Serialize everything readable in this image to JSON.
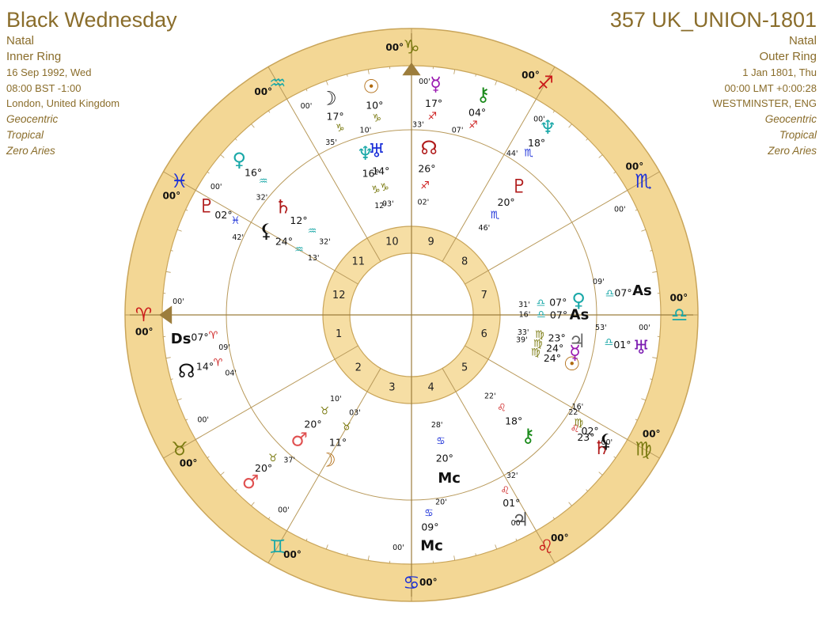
{
  "left_header": {
    "title": "Black Wednesday",
    "lines": [
      "Natal",
      "Inner Ring",
      "16 Sep 1992, Wed",
      "08:00 BST -1:00",
      "London, United Kingdom",
      "Geocentric",
      "Tropical",
      "Zero Aries"
    ]
  },
  "right_header": {
    "title": "357 UK_UNION-1801",
    "lines": [
      "Natal",
      "Outer Ring",
      "1 Jan 1801, Thu",
      "00:00 LMT +0:00:28",
      "WESTMINSTER, ENG",
      "Geocentric",
      "Tropical",
      "Zero Aries"
    ]
  },
  "signs": [
    {
      "glyph": "♈",
      "name": "aries",
      "color": "#cc1a1a",
      "start": 180
    },
    {
      "glyph": "♉",
      "name": "taurus",
      "color": "#7a7a10",
      "start": 210
    },
    {
      "glyph": "♊",
      "name": "gemini",
      "color": "#1aa8a8",
      "start": 240
    },
    {
      "glyph": "♋",
      "name": "cancer",
      "color": "#1a2fd8",
      "start": 270
    },
    {
      "glyph": "♌",
      "name": "leo",
      "color": "#cc1a1a",
      "start": 300
    },
    {
      "glyph": "♍",
      "name": "virgo",
      "color": "#7a7a10",
      "start": 330
    },
    {
      "glyph": "♎",
      "name": "libra",
      "color": "#1aa8a8",
      "start": 0
    },
    {
      "glyph": "♏",
      "name": "scorpio",
      "color": "#1a2fd8",
      "start": 30
    },
    {
      "glyph": "♐",
      "name": "sagittarius",
      "color": "#cc1a1a",
      "start": 60
    },
    {
      "glyph": "♑",
      "name": "capricorn",
      "color": "#7a7a10",
      "start": 90
    },
    {
      "glyph": "♒",
      "name": "aquarius",
      "color": "#1aa8a8",
      "start": 120
    },
    {
      "glyph": "♓",
      "name": "pisces",
      "color": "#1a2fd8",
      "start": 150
    }
  ],
  "sign_degree_label": "00°",
  "sign_minute_label": "00'",
  "houses": [
    {
      "n": "1",
      "a": 195
    },
    {
      "n": "2",
      "a": 225
    },
    {
      "n": "3",
      "a": 255
    },
    {
      "n": "4",
      "a": 285
    },
    {
      "n": "5",
      "a": 315
    },
    {
      "n": "6",
      "a": 345
    },
    {
      "n": "7",
      "a": 15
    },
    {
      "n": "8",
      "a": 45
    },
    {
      "n": "9",
      "a": 75
    },
    {
      "n": "10",
      "a": 105
    },
    {
      "n": "11",
      "a": 135
    },
    {
      "n": "12",
      "a": 165
    }
  ],
  "inner_planets": [
    {
      "glyph": "☉",
      "name": "sun",
      "deg": "24°",
      "min": "",
      "a": 343,
      "color": "#b06a10",
      "sign": "♍",
      "sc": "#7a7a10"
    },
    {
      "glyph": "☽",
      "name": "moon",
      "deg": "11°",
      "min": "03'",
      "a": 240,
      "color": "#b06a10",
      "sign": "♉",
      "sc": "#7a7a10"
    },
    {
      "glyph": "☿",
      "name": "mercury",
      "deg": "24°",
      "min": "39'",
      "a": 347,
      "color": "#9a1ab0",
      "sign": "♍",
      "sc": "#7a7a10"
    },
    {
      "glyph": "♀",
      "name": "venus",
      "deg": "07°",
      "min": "31'",
      "a": 5,
      "color": "#1aa8a8",
      "sign": "♎",
      "sc": "#1aa8a8"
    },
    {
      "glyph": "♂",
      "name": "mars",
      "deg": "20°",
      "min": "10'",
      "a": 228,
      "color": "#e05050",
      "sign": "♉",
      "sc": "#7a7a10"
    },
    {
      "glyph": "♃",
      "name": "jupiter",
      "deg": "23°",
      "min": "33'",
      "a": 351,
      "color": "#666666",
      "sign": "♍",
      "sc": "#7a7a10"
    },
    {
      "glyph": "♄",
      "name": "saturn",
      "deg": "12°",
      "min": "32'",
      "a": 140,
      "color": "#b01a1a",
      "sign": "♒",
      "sc": "#1aa8a8"
    },
    {
      "glyph": "♅",
      "name": "uranus",
      "deg": "14°",
      "min": "03'",
      "a": 102,
      "color": "#1a2fd8",
      "sign": "♑",
      "sc": "#7a7a10"
    },
    {
      "glyph": "♆",
      "name": "neptune",
      "deg": "16°",
      "min": "12'",
      "a": 106,
      "color": "#1aa8a8",
      "sign": "♑",
      "sc": "#7a7a10"
    },
    {
      "glyph": "♇",
      "name": "pluto",
      "deg": "20°",
      "min": "46'",
      "a": 50,
      "color": "#b01a1a",
      "sign": "♏",
      "sc": "#1a2fd8"
    },
    {
      "glyph": "☊",
      "name": "node",
      "deg": "26°",
      "min": "02'",
      "a": 84,
      "color": "#b01a1a",
      "sign": "♐",
      "sc": "#cc1a1a"
    },
    {
      "glyph": "⚷",
      "name": "chiron",
      "deg": "18°",
      "min": "22'",
      "a": 314,
      "color": "#1a8a1a",
      "sign": "♌",
      "sc": "#cc1a1a"
    },
    {
      "glyph": "⚸",
      "name": "lilith",
      "deg": "24°",
      "min": "13'",
      "a": 150,
      "color": "#111111",
      "sign": "♒",
      "sc": "#1aa8a8"
    },
    {
      "glyph": "Mc",
      "name": "midheaven",
      "deg": "20°",
      "min": "28'",
      "a": 283,
      "color": "#111111",
      "sign": "♋",
      "sc": "#1a2fd8"
    },
    {
      "glyph": "As",
      "name": "ascendant",
      "deg": "07°",
      "min": "16'",
      "a": 0,
      "color": "#111111",
      "sign": "♎",
      "sc": "#1aa8a8"
    }
  ],
  "outer_planets": [
    {
      "glyph": "☉",
      "name": "sun",
      "deg": "10°",
      "min": "10'",
      "a": 100,
      "color": "#b06a10",
      "sign": "♑",
      "sc": "#7a7a10"
    },
    {
      "glyph": "☽",
      "name": "moon",
      "deg": "17°",
      "min": "35'",
      "a": 111,
      "color": "#111111",
      "sign": "♑",
      "sc": "#7a7a10"
    },
    {
      "glyph": "☿",
      "name": "mercury",
      "deg": "17°",
      "min": "33'",
      "a": 84,
      "color": "#9a1ab0",
      "sign": "♐",
      "sc": "#cc1a1a"
    },
    {
      "glyph": "♀",
      "name": "venus",
      "deg": "16°",
      "min": "32'",
      "a": 138,
      "color": "#1aa8a8",
      "sign": "♒",
      "sc": "#1aa8a8"
    },
    {
      "glyph": "♂",
      "name": "mars",
      "deg": "20°",
      "min": "37'",
      "a": 226,
      "color": "#e05050",
      "sign": "♉",
      "sc": "#7a7a10"
    },
    {
      "glyph": "♃",
      "name": "jupiter",
      "deg": "01°",
      "min": "32'",
      "a": 298,
      "color": "#555555",
      "sign": "♌",
      "sc": "#cc1a1a"
    },
    {
      "glyph": "♄",
      "name": "saturn",
      "deg": "23°",
      "min": "22'",
      "a": 325,
      "color": "#b01a1a",
      "sign": "♌",
      "sc": "#cc1a1a"
    },
    {
      "glyph": "♅",
      "name": "uranus",
      "deg": "01°",
      "min": "53'",
      "a": 352,
      "color": "#7a1ab0",
      "sign": "♎",
      "sc": "#1aa8a8"
    },
    {
      "glyph": "♆",
      "name": "neptune",
      "deg": "18°",
      "min": "44'",
      "a": 54,
      "color": "#1aa8a8",
      "sign": "♏",
      "sc": "#1a2fd8"
    },
    {
      "glyph": "♇",
      "name": "pluto",
      "deg": "02°",
      "min": "42'",
      "a": 152,
      "color": "#b01a1a",
      "sign": "♓",
      "sc": "#1a2fd8"
    },
    {
      "glyph": "☊",
      "name": "node",
      "deg": "14°",
      "min": "04'",
      "a": 194,
      "color": "#111111",
      "sign": "♈",
      "sc": "#cc1a1a"
    },
    {
      "glyph": "⚷",
      "name": "chiron",
      "deg": "04°",
      "min": "07'",
      "a": 72,
      "color": "#1a8a1a",
      "sign": "♐",
      "sc": "#cc1a1a"
    },
    {
      "glyph": "⚸",
      "name": "lilith",
      "deg": "02°",
      "min": "16'",
      "a": 327,
      "color": "#111111",
      "sign": "♍",
      "sc": "#7a7a10"
    },
    {
      "glyph": "Mc",
      "name": "midheaven",
      "deg": "09°",
      "min": "20'",
      "a": 275,
      "color": "#111111",
      "sign": "♋",
      "sc": "#1a2fd8"
    },
    {
      "glyph": "As",
      "name": "ascendant",
      "deg": "07°",
      "min": "09'",
      "a": 6,
      "color": "#111111",
      "sign": "♎",
      "sc": "#1aa8a8"
    },
    {
      "glyph": "Ds",
      "name": "descendant",
      "deg": "07°",
      "min": "09'",
      "a": 186,
      "color": "#111111",
      "sign": "♈",
      "sc": "#cc1a1a"
    }
  ],
  "colors": {
    "ring": "#f3d795",
    "ring_edge": "#c9a55a",
    "house_ring": "#f6dea4",
    "line": "#b8995a",
    "axis": "#9c7d3c"
  }
}
